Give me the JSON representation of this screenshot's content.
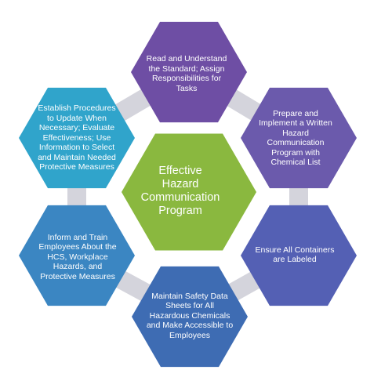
{
  "diagram": {
    "center": {
      "label": "Effective Hazard Communication Program",
      "color": "#8ab83f"
    },
    "steps": [
      {
        "label": "Read and Understand the Standard; Assign Responsibilities for Tasks",
        "color": "#6e4ea4"
      },
      {
        "label": "Prepare and Implement a Written Hazard Communication Program with Chemical List",
        "color": "#6b5aac"
      },
      {
        "label": "Ensure All Containers are Labeled",
        "color": "#5460b4"
      },
      {
        "label": "Maintain Safety Data Sheets for All Hazardous Chemicals and Make Accessible to Employees",
        "color": "#3e6cb3"
      },
      {
        "label": "Inform and Train Employees About the HCS, Workplace Hazards, and Protective Measures",
        "color": "#3b86c2"
      },
      {
        "label": "Establish Procedures to Update When Necessary; Evaluate Effectiveness; Use Information to Select and Maintain Needed Protective Measures",
        "color": "#30a4cb"
      }
    ],
    "connector_color": "#d4d4dc"
  }
}
